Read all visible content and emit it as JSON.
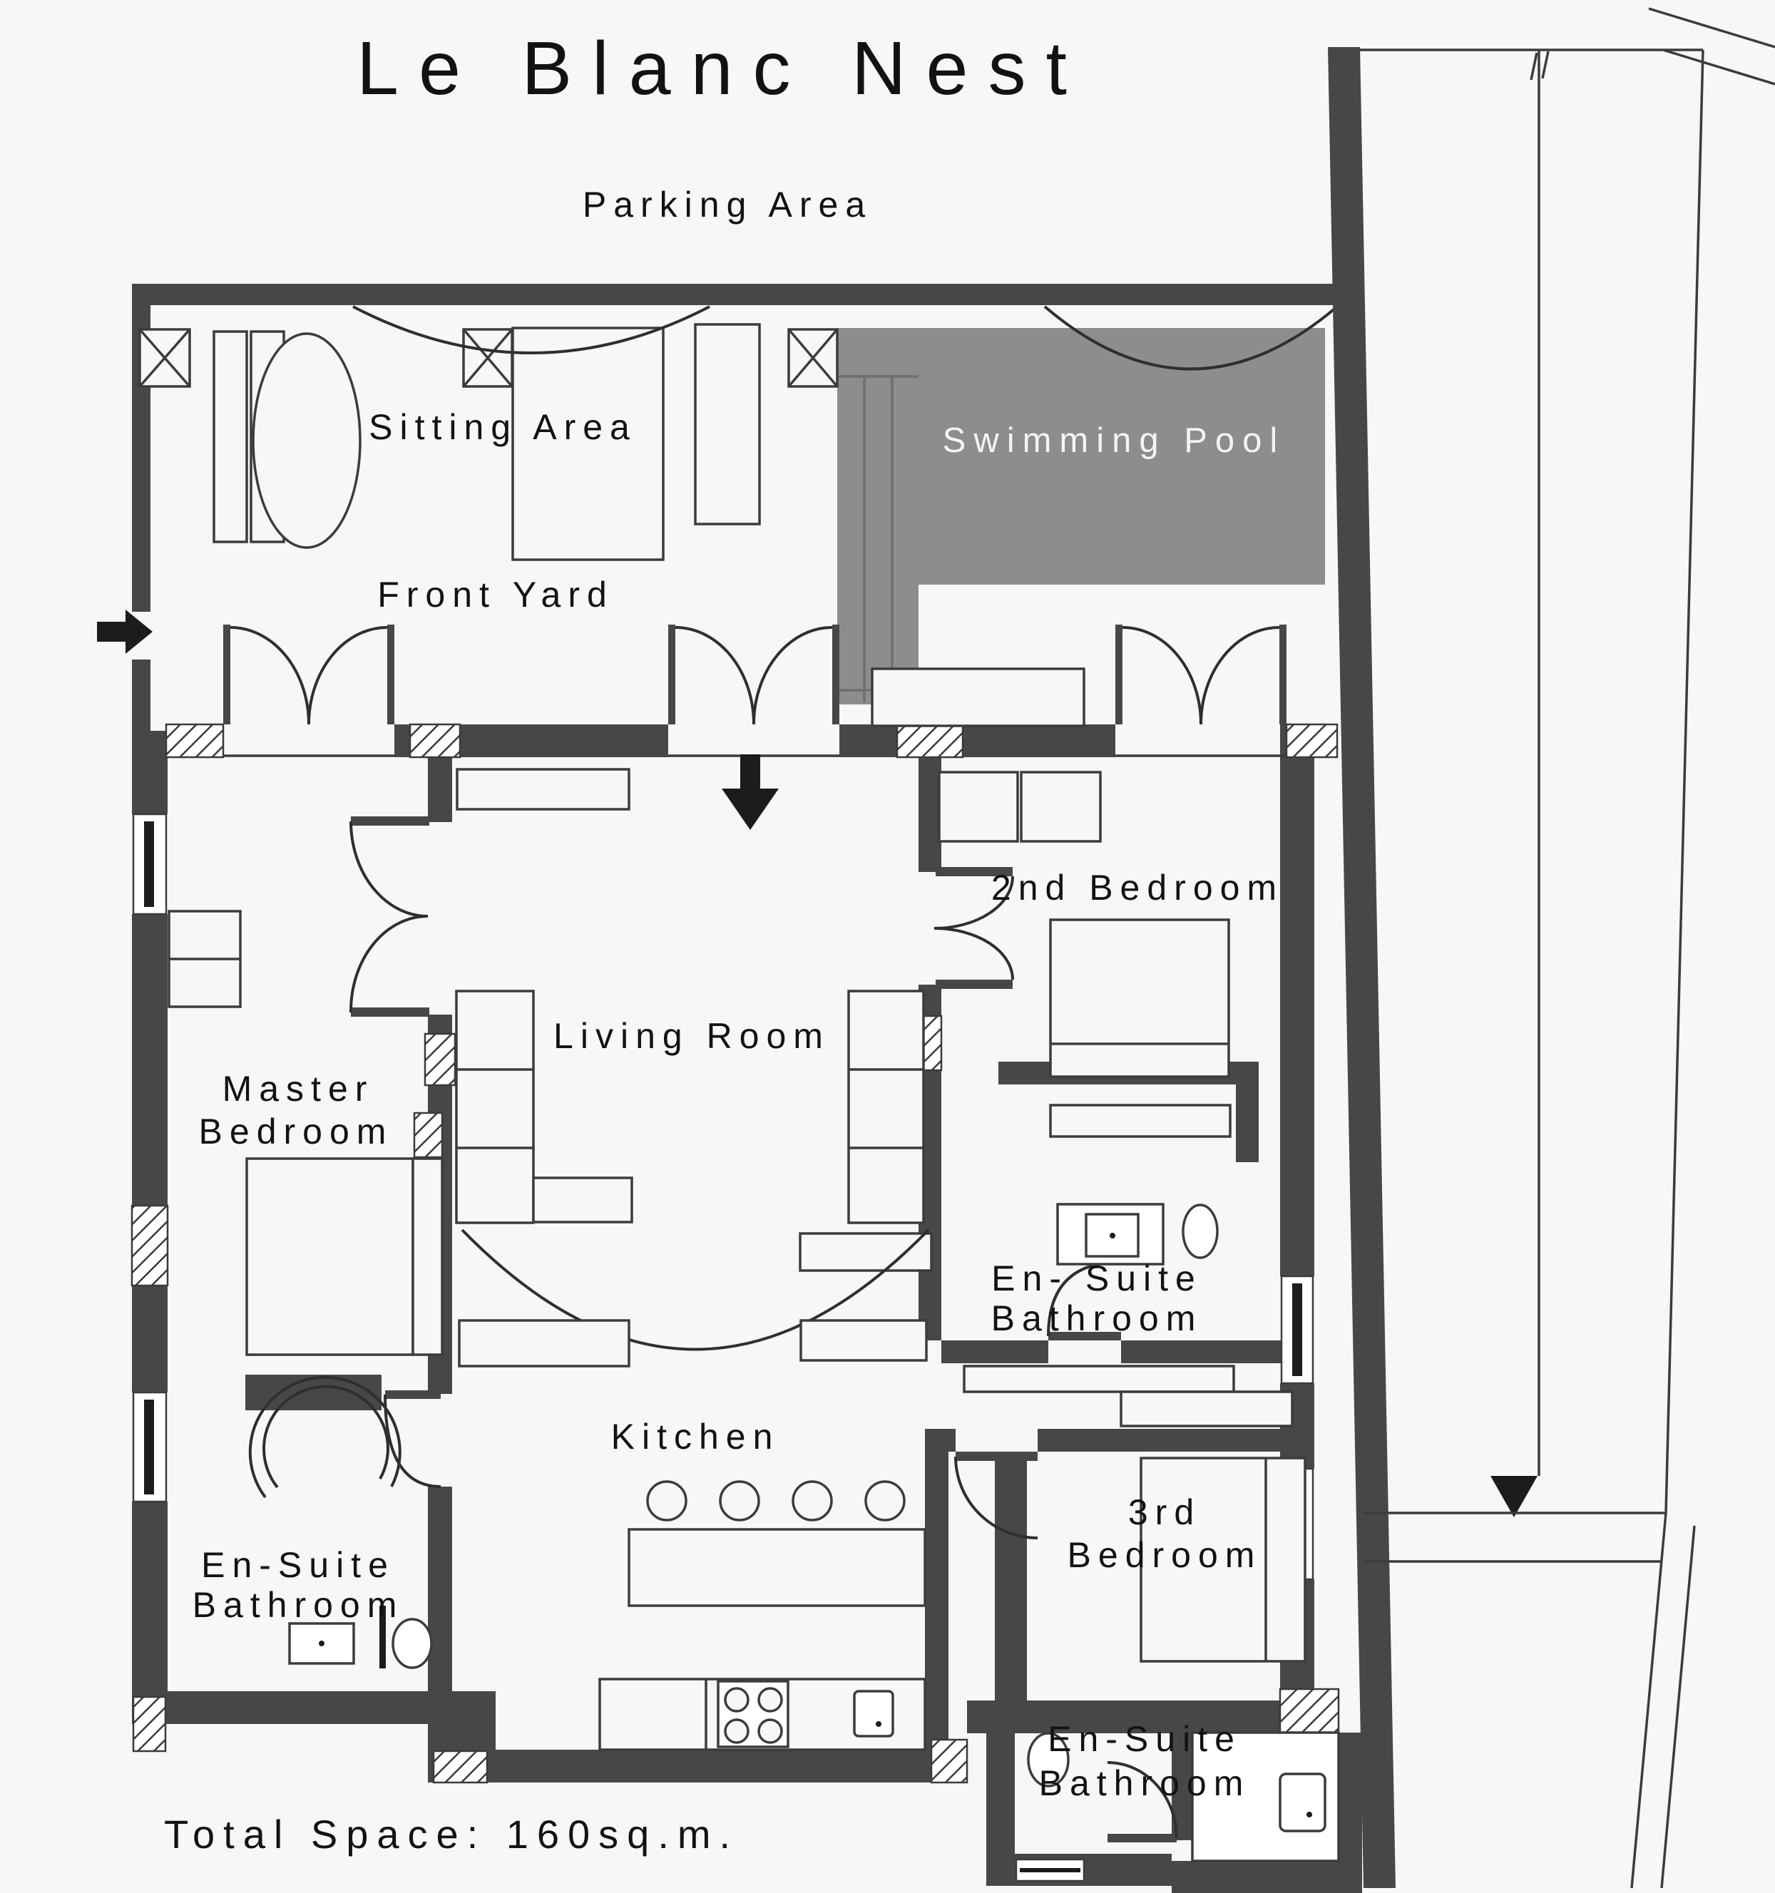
{
  "title": "Le Blanc Nest",
  "footer": {
    "total_space": "Total Space: 160sq.m."
  },
  "colors": {
    "background": "#f7f7f6",
    "wall": "#474747",
    "pool_fill": "#8d8d8d",
    "pool_text": "#f4f4f4",
    "line": "#3c3c3c",
    "text": "#121212"
  },
  "outdoor": {
    "parking": "Parking Area",
    "sitting": "Sitting Area",
    "pool": "Swimming Pool",
    "front_yard": "Front Yard"
  },
  "rooms": {
    "master": {
      "line1": "Master",
      "line2": "Bedroom"
    },
    "living": "Living Room",
    "bedroom2": "2nd Bedroom",
    "ensuite2": {
      "line1": "En- Suite",
      "line2": "Bathroom"
    },
    "kitchen": "Kitchen",
    "ensuite_master": {
      "line1": "En-Suite",
      "line2": "Bathroom"
    },
    "bedroom3": {
      "line1": "3rd",
      "line2": "Bedroom"
    },
    "ensuite3": {
      "line1": "En-Suite",
      "line2": "Bathroom"
    }
  }
}
